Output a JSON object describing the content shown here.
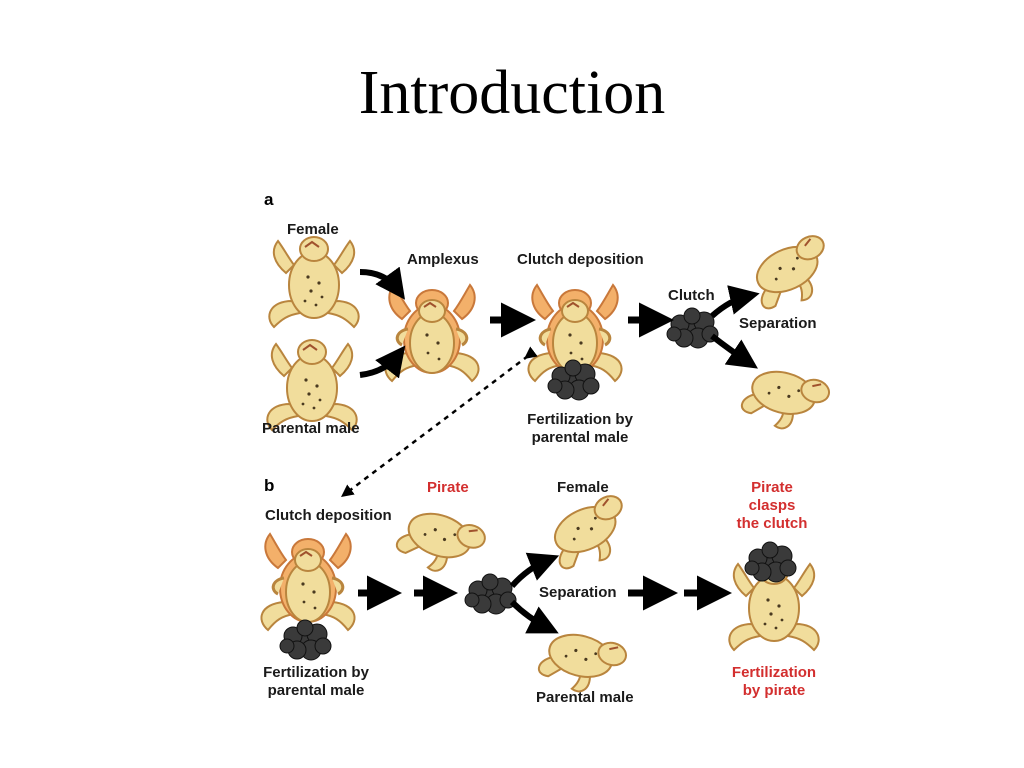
{
  "title": "Introduction",
  "panel_a": {
    "letter": "a",
    "female": "Female",
    "amplexus": "Amplexus",
    "clutch_deposition": "Clutch deposition",
    "clutch": "Clutch",
    "separation": "Separation",
    "parental_male": "Parental male",
    "fert_line1": "Fertilization by",
    "fert_line2": "parental male"
  },
  "panel_b": {
    "letter": "b",
    "clutch_deposition": "Clutch deposition",
    "pirate": "Pirate",
    "female": "Female",
    "separation": "Separation",
    "parental_male": "Parental male",
    "fert_line1": "Fertilization by",
    "fert_line2": "parental male",
    "pirate_clasps_1": "Pirate",
    "pirate_clasps_2": "clasps",
    "pirate_clasps_3": "the clutch",
    "fert_pirate_1": "Fertilization",
    "fert_pirate_2": "by pirate"
  },
  "colors": {
    "female_frog": "#f3b06a",
    "male_frog": "#f1dd9c",
    "outline": "#b9853e",
    "clutch": "#3a3a3a",
    "arrow": "#000000",
    "highlight_text": "#d32f2f"
  }
}
